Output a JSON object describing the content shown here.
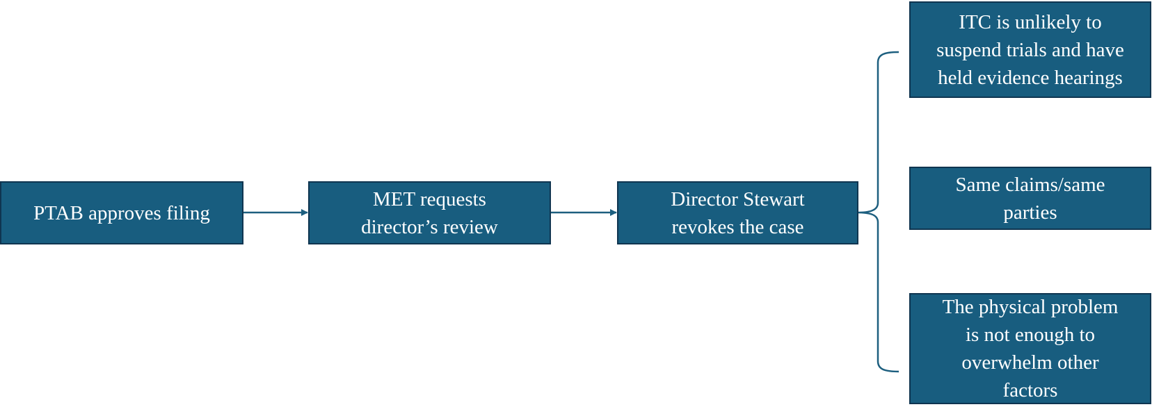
{
  "nodes": {
    "ptab": "PTAB approves filing",
    "met": "MET requests\ndirector’s review",
    "director": "Director Stewart\nrevokes the case",
    "reason1": "ITC is unlikely to\nsuspend trials and have\nheld evidence hearings",
    "reason2": "Same claims/same\nparties",
    "reason3": "The physical problem\nis not enough to\noverwhelm other\nfactors"
  },
  "colors": {
    "box_fill": "#185d7f",
    "box_border": "#0f3550",
    "connector": "#1d5f7f",
    "text": "#ffffff"
  }
}
